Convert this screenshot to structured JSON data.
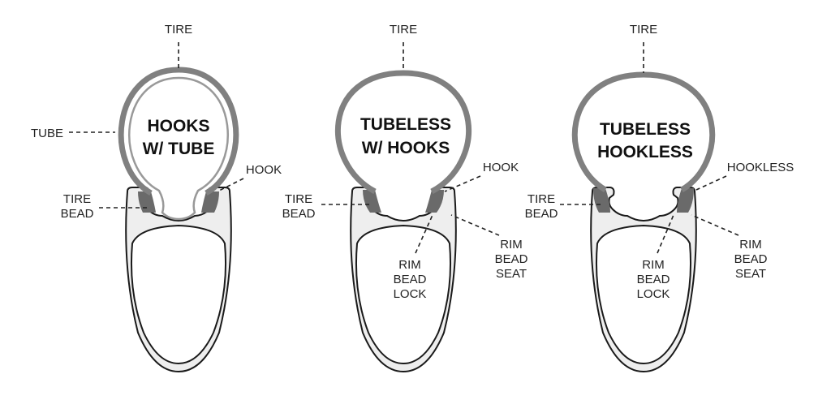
{
  "diagrams": [
    {
      "title": [
        "HOOKS",
        "W/ TUBE"
      ],
      "labels": {
        "tire": "TIRE",
        "tube": "TUBE",
        "hook": "HOOK",
        "tire_bead": [
          "TIRE",
          "BEAD"
        ]
      }
    },
    {
      "title": [
        "TUBELESS",
        "W/ HOOKS"
      ],
      "labels": {
        "tire": "TIRE",
        "hook": "HOOK",
        "tire_bead": [
          "TIRE",
          "BEAD"
        ],
        "rim_bead_lock": [
          "RIM",
          "BEAD",
          "LOCK"
        ],
        "rim_bead_seat": [
          "RIM",
          "BEAD",
          "SEAT"
        ]
      }
    },
    {
      "title": [
        "TUBELESS",
        "HOOKLESS"
      ],
      "labels": {
        "tire": "TIRE",
        "hookless": "HOOKLESS",
        "tire_bead": [
          "TIRE",
          "BEAD"
        ],
        "rim_bead_lock": [
          "RIM",
          "BEAD",
          "LOCK"
        ],
        "rim_bead_seat": [
          "RIM",
          "BEAD",
          "SEAT"
        ]
      }
    }
  ],
  "colors": {
    "tire": "#808080",
    "bead": "#6a6a6a",
    "rim": "#eeeeee"
  }
}
